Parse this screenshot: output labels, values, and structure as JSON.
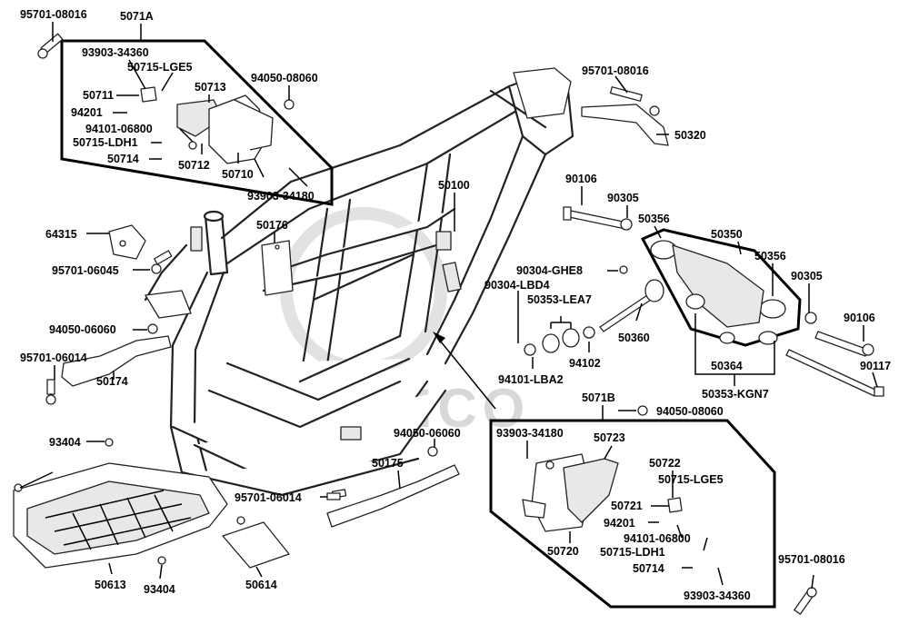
{
  "watermark": "KYMCO",
  "groups": {
    "g5071A": "5071A",
    "g5071B": "5071B"
  },
  "labels": {
    "p95701_08016_a": "95701-08016",
    "p93903_34360_a": "93903-34360",
    "p50715_LGE5_a": "50715-LGE5",
    "p50711": "50711",
    "p94201_a": "94201",
    "p94101_06800_a": "94101-06800",
    "p50715_LDH1_a": "50715-LDH1",
    "p50714_a": "50714",
    "p50713": "50713",
    "p94050_08060_a": "94050-08060",
    "p50712": "50712",
    "p50710": "50710",
    "p93903_34180_a": "93903-34180",
    "p95701_08016_b": "95701-08016",
    "p50320": "50320",
    "p50100": "50100",
    "p50176": "50176",
    "p64315": "64315",
    "p95701_06045": "95701-06045",
    "p94050_06060_a": "94050-06060",
    "p95701_06014_a": "95701-06014",
    "p50174": "50174",
    "p93404_a": "93404",
    "p90106_a": "90106",
    "p90305_a": "90305",
    "p50356_a": "50356",
    "p50350": "50350",
    "p50356_b": "50356",
    "p90305_b": "90305",
    "p90304_GHE8": "90304-GHE8",
    "p90304_LBD4": "90304-LBD4",
    "p50353_LEA7": "50353-LEA7",
    "p90106_b": "90106",
    "p50360": "50360",
    "p94102": "94102",
    "p94101_LBA2": "94101-LBA2",
    "p50364": "50364",
    "p90117": "90117",
    "p50353_KGN7": "50353-KGN7",
    "p94050_08060_b": "94050-08060",
    "p94050_06060_b": "94050-06060",
    "p50175": "50175",
    "p95701_06014_b": "95701-06014",
    "p93903_34180_b": "93903-34180",
    "p50723": "50723",
    "p50722": "50722",
    "p50715_LGE5_b": "50715-LGE5",
    "p50721": "50721",
    "p94201_b": "94201",
    "p94101_06800_b": "94101-06800",
    "p50720": "50720",
    "p50715_LDH1_b": "50715-LDH1",
    "p50714_b": "50714",
    "p93903_34360_b": "93903-34360",
    "p95701_08016_c": "95701-08016",
    "p50613": "50613",
    "p93404_b": "93404",
    "p50614": "50614"
  }
}
